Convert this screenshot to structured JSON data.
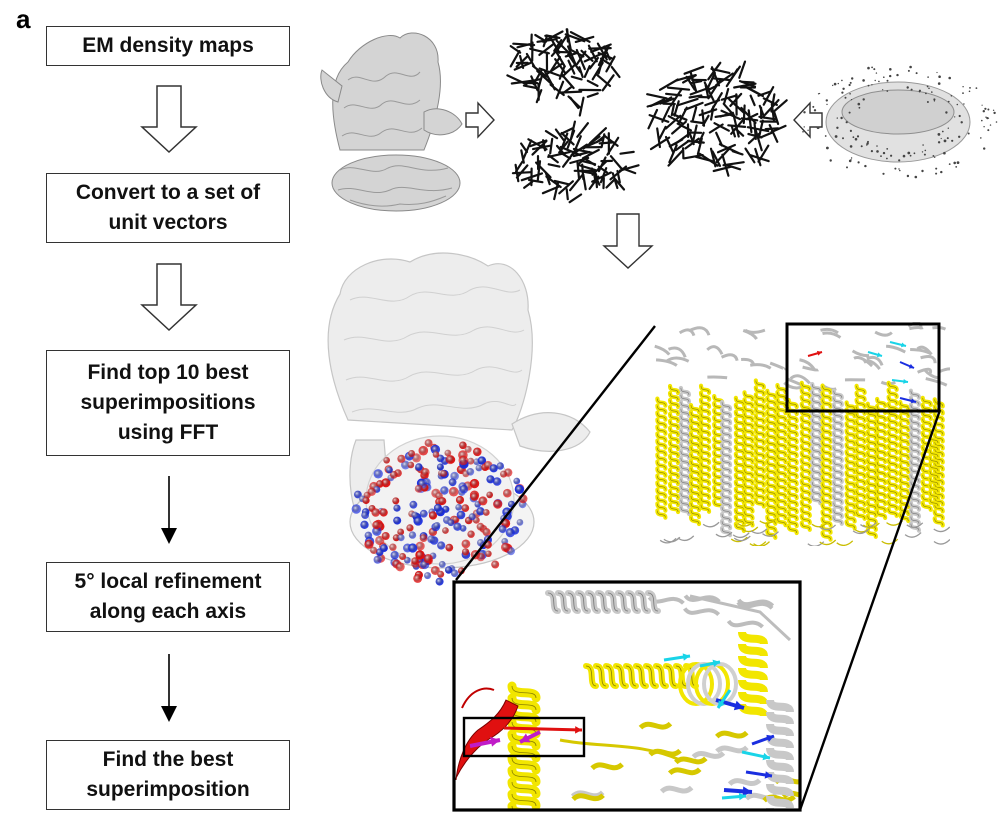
{
  "panel_label": "a",
  "steps": [
    "EM density maps",
    "Convert to a set of\nunit vectors",
    "Find top 10 best\nsuperimpositions\nusing FFT",
    "5° local refinement\nalong each axis",
    "Find the best\nsuperimposition"
  ],
  "colors": {
    "helix_yellow": "#f2e600",
    "helix_gray": "#c8c8c8",
    "red": "#e01010",
    "blue": "#1a2ee0",
    "cyan": "#19d4e8",
    "magenta": "#c01cc8"
  }
}
